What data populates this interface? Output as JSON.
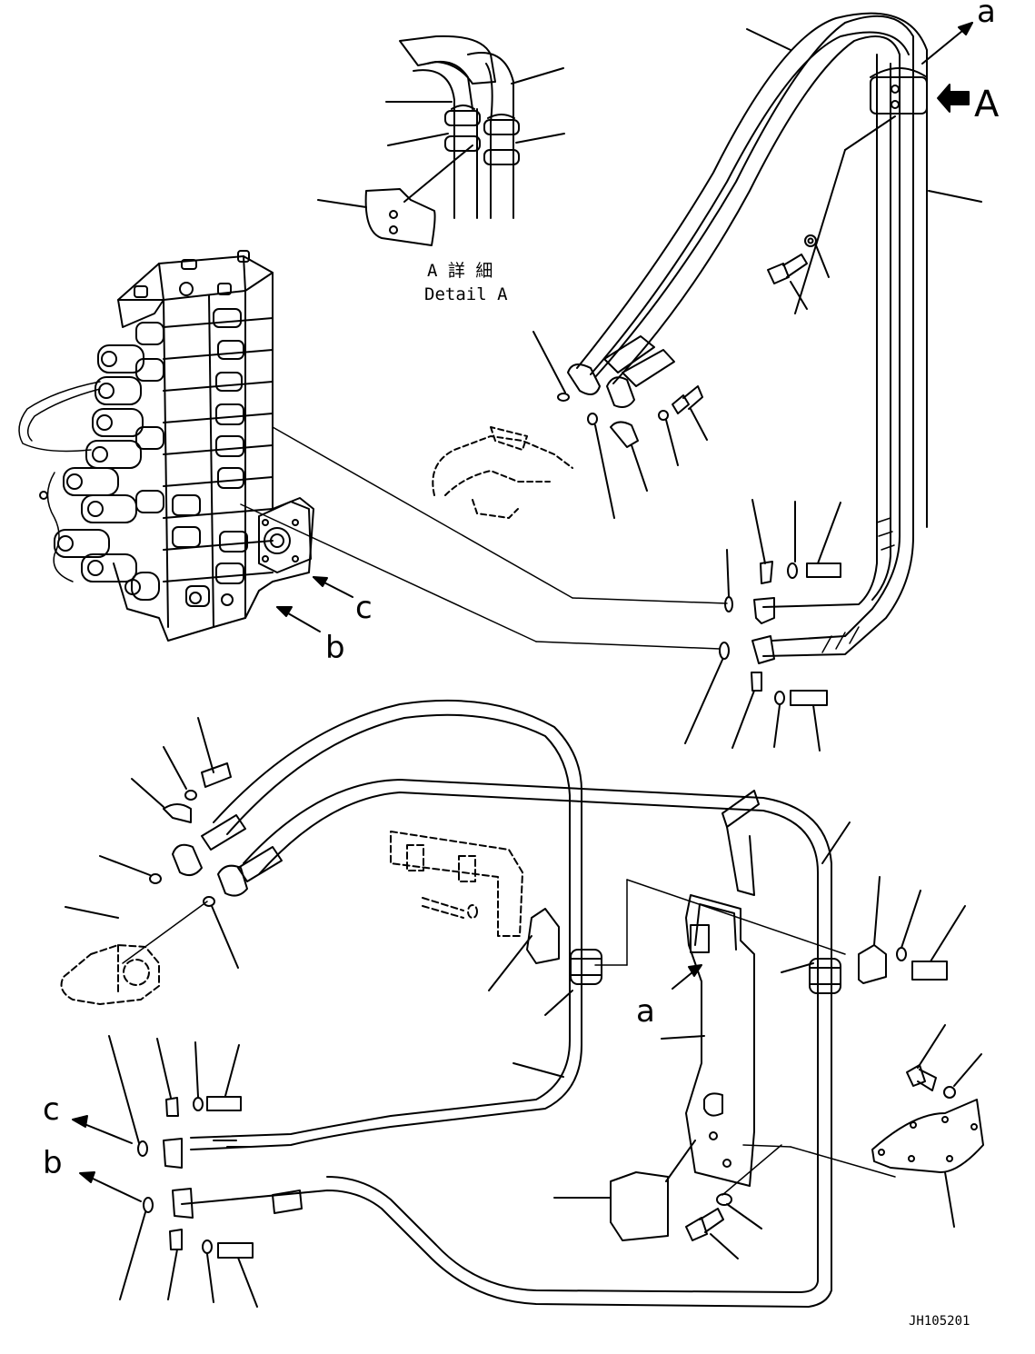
{
  "drawing": {
    "code": "JH105201",
    "detail_label_jp": "A 詳 細",
    "detail_label_en": "Detail A",
    "view_arrow_label": "A"
  },
  "callouts": {
    "a_top": "a",
    "a_bracket": "a",
    "b_valve": "b",
    "c_valve": "c",
    "b_hose_end": "b",
    "c_hose_end": "c"
  },
  "colors": {
    "line": "#000000",
    "background": "#ffffff"
  }
}
